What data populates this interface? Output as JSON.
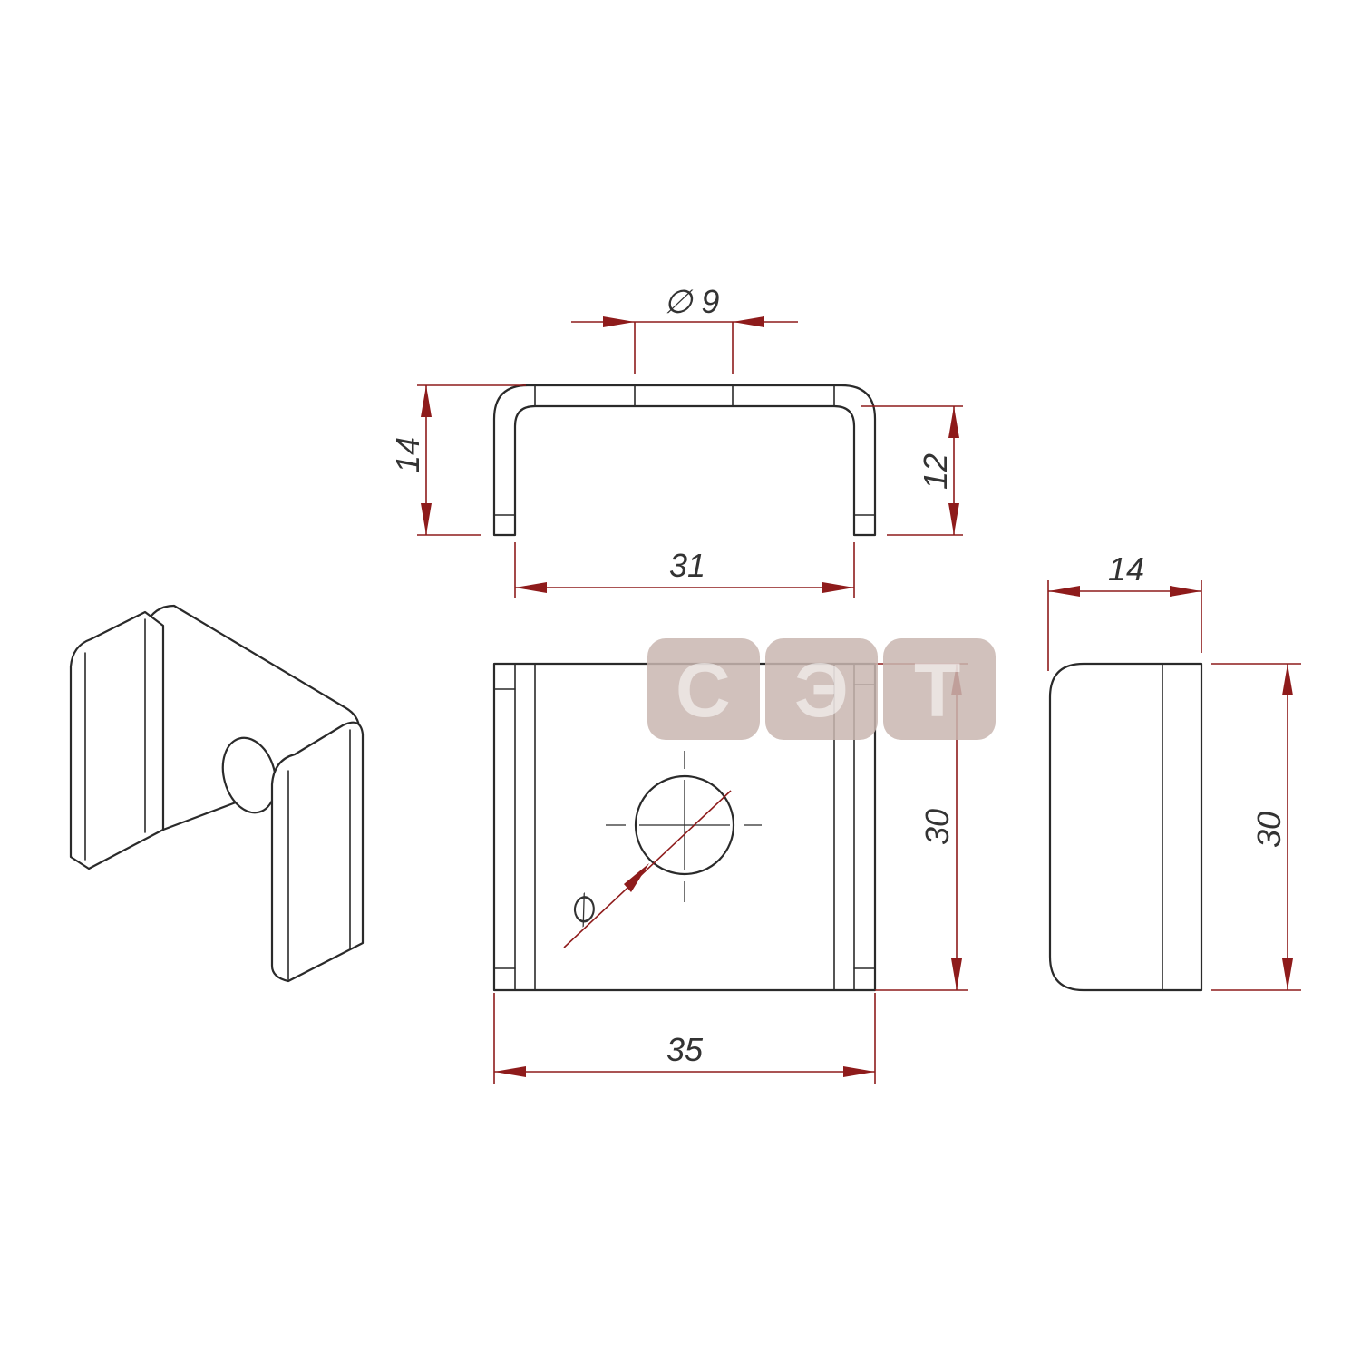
{
  "dimensions": {
    "hole_diameter_label": "∅ 9",
    "top_height_outer": "14",
    "top_height_inner": "12",
    "top_inner_width": "31",
    "front_width": "35",
    "front_height": "30",
    "side_depth": "14",
    "side_height": "30",
    "hole_diameter_symbol": "∅"
  },
  "logo": {
    "letters": [
      "С",
      "Э",
      "Т"
    ]
  },
  "colors": {
    "dimension": "#8e1b1b",
    "part_outline": "#2a2a2a",
    "logo_box": "#c9b6b0"
  }
}
